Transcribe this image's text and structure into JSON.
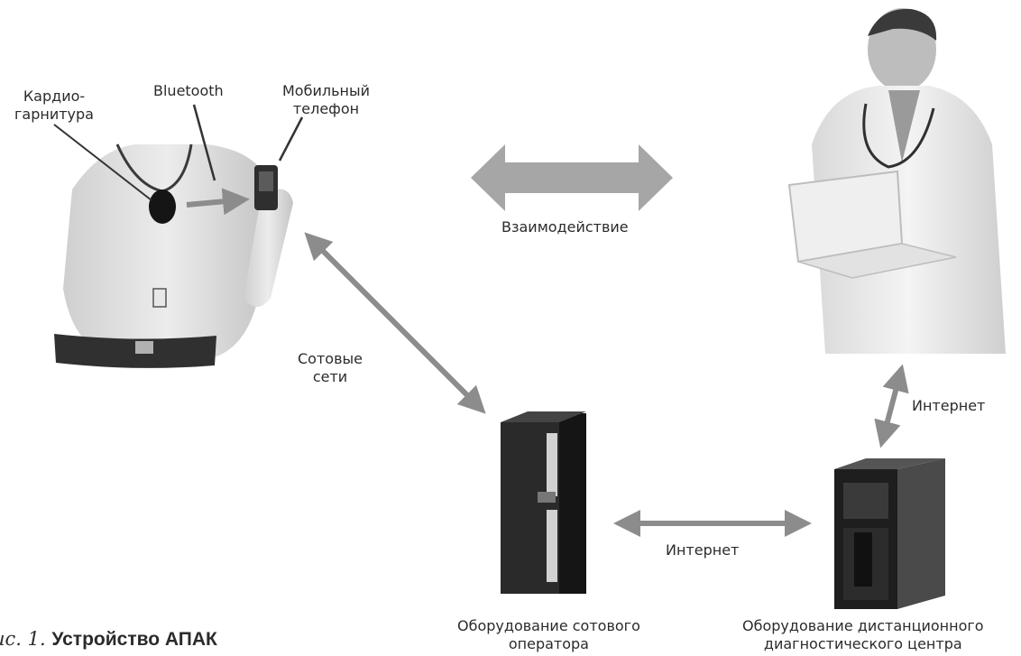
{
  "labels": {
    "headset": [
      "Кардио-",
      "гарнитура"
    ],
    "bluetooth": "Bluetooth",
    "phone": [
      "Мобильный",
      "телефон"
    ],
    "interaction": "Взаимодействие",
    "cellular": [
      "Сотовые",
      "сети"
    ],
    "internet_right": "Интернет",
    "internet_bottom": "Интернет",
    "operator": [
      "Оборудование сотового",
      "оператора"
    ],
    "center": [
      "Оборудование дистанционного",
      "диагностического центра"
    ]
  },
  "caption": {
    "number": "ис. 1.",
    "title": "Устройство АПАК"
  },
  "colors": {
    "arrow": "#8c8c8c",
    "big_arrow": "#a6a6a6",
    "text": "#2b2b2b"
  }
}
